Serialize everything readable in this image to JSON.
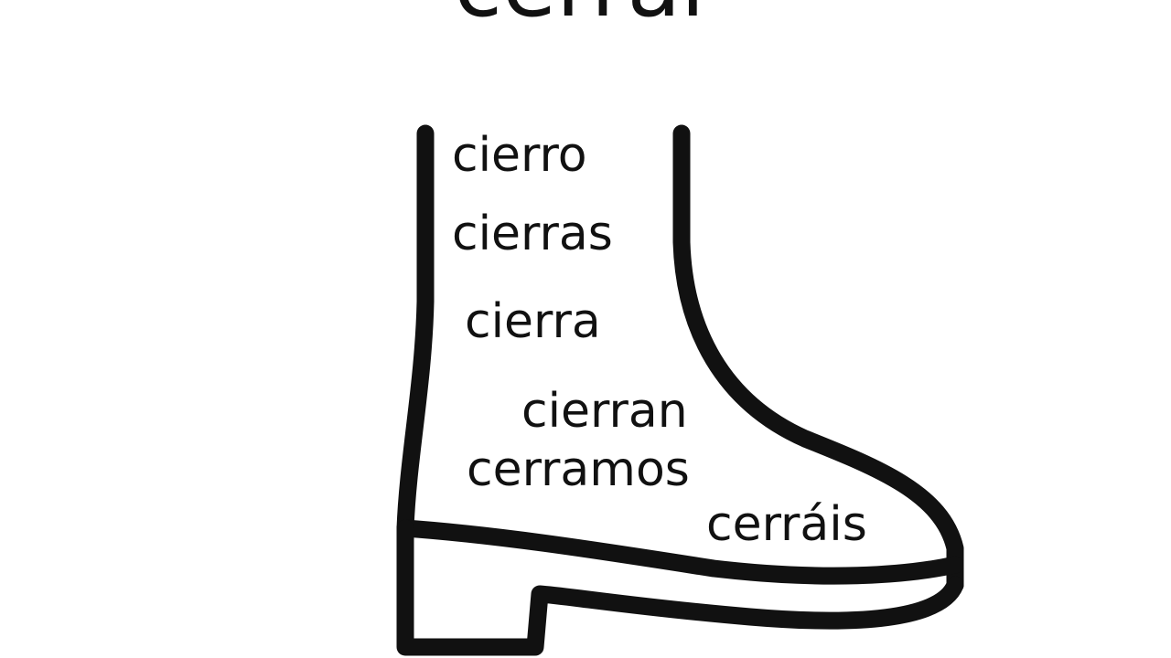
{
  "title": "cerrar",
  "icon": "boot-icon",
  "stroke_color": "#111111",
  "forms": [
    "cierro",
    "cierras",
    "cierra",
    "cierran",
    "cerramos",
    "cerráis"
  ]
}
